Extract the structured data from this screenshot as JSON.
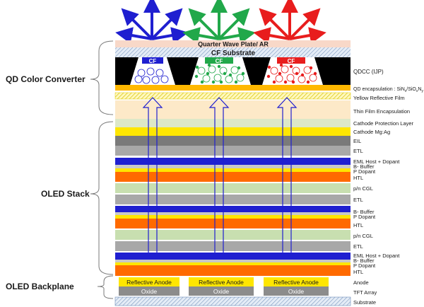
{
  "groups": {
    "qd": "QD Color Converter",
    "oled": "OLED Stack",
    "backplane": "OLED Backplane"
  },
  "stack": {
    "quarter_wave": "Quarter Wave Plate/ AR",
    "cf_substrate": "CF Substrate",
    "cf_label": "CF",
    "anode": "Reflective Anode",
    "oxide": "Oxide"
  },
  "right_labels": [
    "QDCC (IJP)",
    "Yellow Reflective Film",
    "Thin Film Encapsulation",
    "Cathode Protection Layer",
    "Cathode Mg:Ag",
    "EIL",
    "ETL",
    "EML Host + Dopant",
    "B- Buffer",
    "P Dopant",
    "HTL",
    "p/n CGL",
    "ETL",
    "B- Buffer",
    "P Dopant",
    "HTL",
    "p/n CGL",
    "ETL",
    "EML Host + Dopant",
    "B- Buffer",
    "P Dopant",
    "HTL",
    "Anode",
    "TFT Array",
    "Substrate"
  ],
  "encap_label": {
    "prefix": "QD encapsulation : SiN",
    "sub1": "x",
    "mid": "/SiO",
    "sub2": "x",
    "tail": "N",
    "sub3": "y"
  },
  "colors": {
    "blue": "#1f1fd0",
    "green": "#21a84a",
    "red": "#e81d1d",
    "orange": "#ff6a00",
    "yellow": "#ffe600",
    "grey": "#8c8c8c"
  }
}
